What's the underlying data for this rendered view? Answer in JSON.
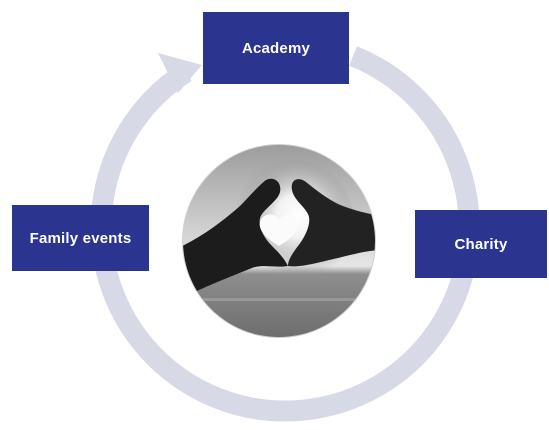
{
  "colors": {
    "node_fill": "#2b3590",
    "cycle_ring": "#d8d9e6",
    "center_photo": "grayscale"
  },
  "nodes": {
    "academy": {
      "label": "Academy"
    },
    "charity": {
      "label": "Charity"
    },
    "family": {
      "label": "Family events"
    }
  },
  "center_image": {
    "icon": "heart-hands-sunset-photo-icon"
  }
}
